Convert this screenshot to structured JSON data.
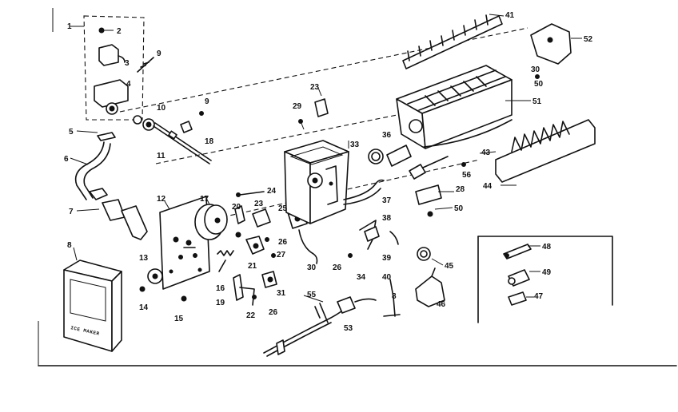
{
  "diagram": {
    "part_labels": [
      {
        "id": "p1",
        "text": "1"
      },
      {
        "id": "p2",
        "text": "2"
      },
      {
        "id": "p3",
        "text": "3"
      },
      {
        "id": "p4",
        "text": "4"
      },
      {
        "id": "p5",
        "text": "5"
      },
      {
        "id": "p6",
        "text": "6"
      },
      {
        "id": "p7",
        "text": "7"
      },
      {
        "id": "p8",
        "text": "8"
      },
      {
        "id": "p9",
        "text": "9"
      },
      {
        "id": "p9b",
        "text": "9"
      },
      {
        "id": "p10",
        "text": "10"
      },
      {
        "id": "p11",
        "text": "11"
      },
      {
        "id": "p12",
        "text": "12"
      },
      {
        "id": "p13",
        "text": "13"
      },
      {
        "id": "p14",
        "text": "14"
      },
      {
        "id": "p15",
        "text": "15"
      },
      {
        "id": "p16",
        "text": "16"
      },
      {
        "id": "p17",
        "text": "17"
      },
      {
        "id": "p18",
        "text": "18"
      },
      {
        "id": "p19",
        "text": "19"
      },
      {
        "id": "p20",
        "text": "20"
      },
      {
        "id": "p21",
        "text": "21"
      },
      {
        "id": "p22",
        "text": "22"
      },
      {
        "id": "p23",
        "text": "23"
      },
      {
        "id": "p23b",
        "text": "23"
      },
      {
        "id": "p24",
        "text": "24"
      },
      {
        "id": "p25",
        "text": "25"
      },
      {
        "id": "p26",
        "text": "26"
      },
      {
        "id": "p26b",
        "text": "26"
      },
      {
        "id": "p26c",
        "text": "26"
      },
      {
        "id": "p27",
        "text": "27"
      },
      {
        "id": "p28",
        "text": "28"
      },
      {
        "id": "p29",
        "text": "29"
      },
      {
        "id": "p30",
        "text": "30"
      },
      {
        "id": "p31",
        "text": "31"
      },
      {
        "id": "p33",
        "text": "33"
      },
      {
        "id": "p34",
        "text": "34"
      },
      {
        "id": "p36",
        "text": "36"
      },
      {
        "id": "p37",
        "text": "37"
      },
      {
        "id": "p38",
        "text": "38"
      },
      {
        "id": "p39",
        "text": "39"
      },
      {
        "id": "p40",
        "text": "40"
      },
      {
        "id": "p41",
        "text": "41"
      },
      {
        "id": "p43",
        "text": "43"
      },
      {
        "id": "p44",
        "text": "44"
      },
      {
        "id": "p45",
        "text": "45"
      },
      {
        "id": "p46",
        "text": "46"
      },
      {
        "id": "p47",
        "text": "47"
      },
      {
        "id": "p48",
        "text": "48"
      },
      {
        "id": "p49",
        "text": "49"
      },
      {
        "id": "p50",
        "text": "50"
      },
      {
        "id": "p50b",
        "text": "50"
      },
      {
        "id": "p51",
        "text": "51"
      },
      {
        "id": "p52",
        "text": "52"
      },
      {
        "id": "p53",
        "text": "53"
      },
      {
        "id": "p55",
        "text": "55"
      },
      {
        "id": "p56",
        "text": "56"
      },
      {
        "id": "p8b",
        "text": "8"
      }
    ],
    "box_tag_text": "ICE MAKER"
  }
}
